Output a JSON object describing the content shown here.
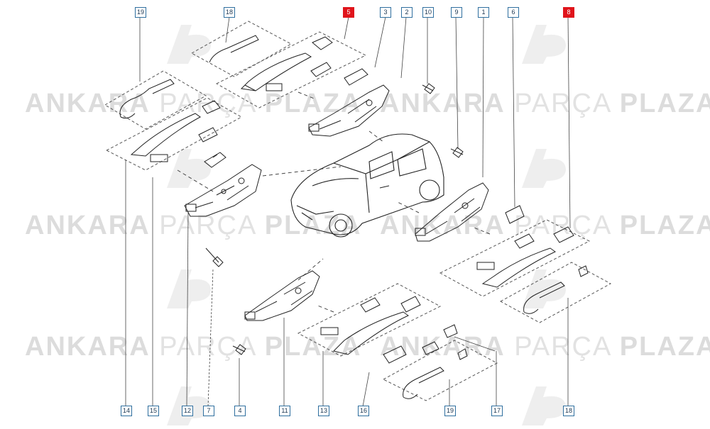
{
  "watermark": {
    "w1": "ANKARA",
    "w2": "PARÇA",
    "w3": "PLAZA"
  },
  "colors": {
    "highlight": "#e0141b",
    "callout_border": "#2f6f9f",
    "line": "#333333",
    "watermark": "#dcdcdc"
  },
  "callouts": {
    "c19a": "19",
    "c18a": "18",
    "c5": "5",
    "c3": "3",
    "c2": "2",
    "c10": "10",
    "c9": "9",
    "c1": "1",
    "c6": "6",
    "c8": "8",
    "c14": "14",
    "c15": "15",
    "c12": "12",
    "c7": "7",
    "c4": "4",
    "c11": "11",
    "c13": "13",
    "c16": "16",
    "c19b": "19",
    "c17": "17",
    "c18b": "18"
  }
}
